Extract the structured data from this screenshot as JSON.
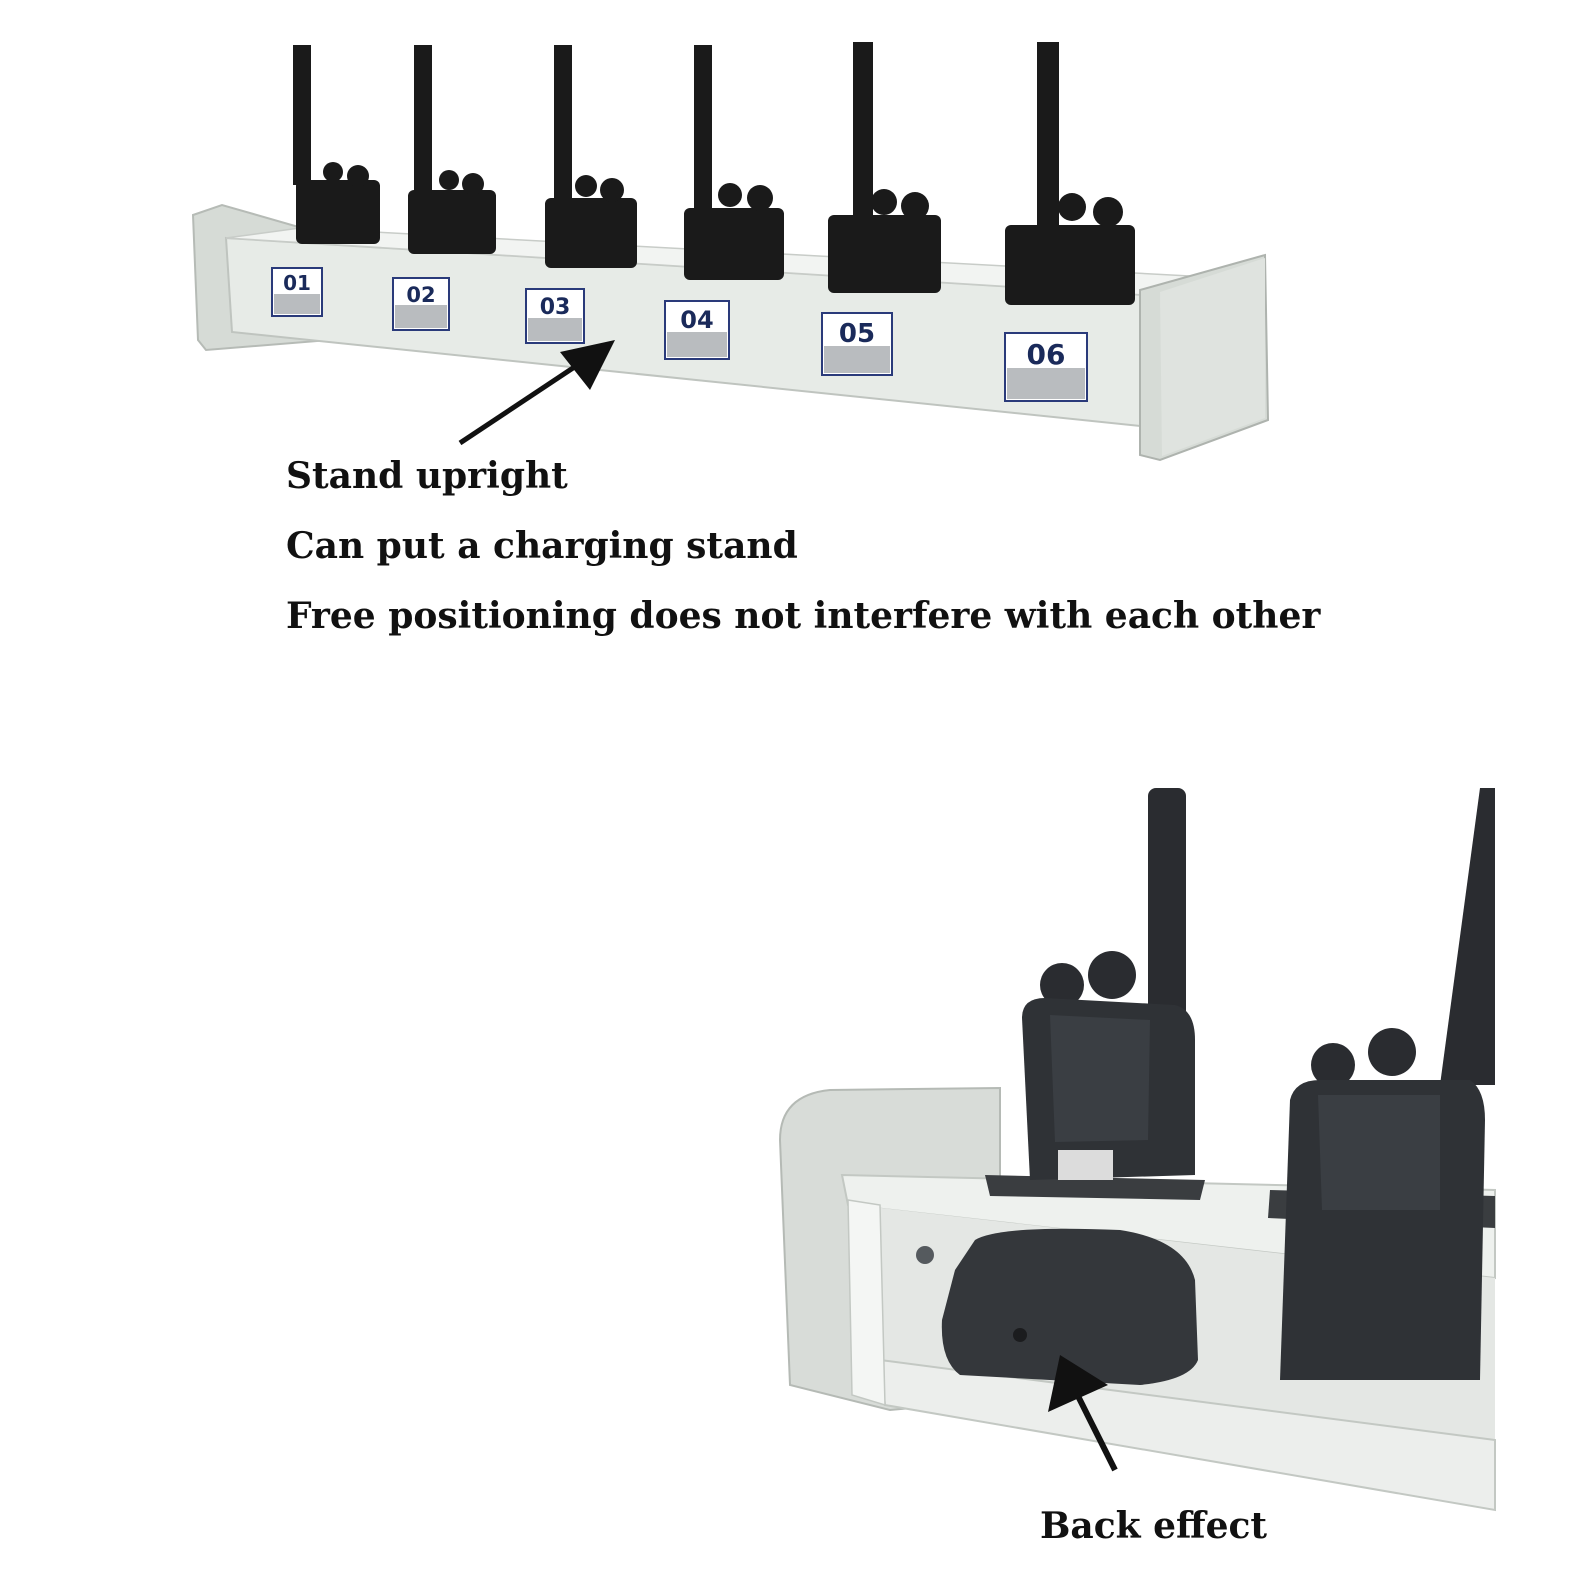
{
  "slots": [
    {
      "label": "01"
    },
    {
      "label": "02"
    },
    {
      "label": "03"
    },
    {
      "label": "04"
    },
    {
      "label": "05"
    },
    {
      "label": "06"
    }
  ],
  "captions": {
    "line1": "Stand upright",
    "line2": "Can put a charging stand",
    "line3": "Free positioning does not interfere with each other",
    "back": "Back effect"
  },
  "colors": {
    "background": "#ffffff",
    "rack": "#dfe4df",
    "rack_shadow": "#c7ccc7",
    "radio": "#1a1a1a",
    "radio_back": "#2d3034",
    "label_border": "#2a3a7a",
    "text": "#111111"
  },
  "icons": [
    "walkie-talkie-icon",
    "arrow-icon"
  ]
}
